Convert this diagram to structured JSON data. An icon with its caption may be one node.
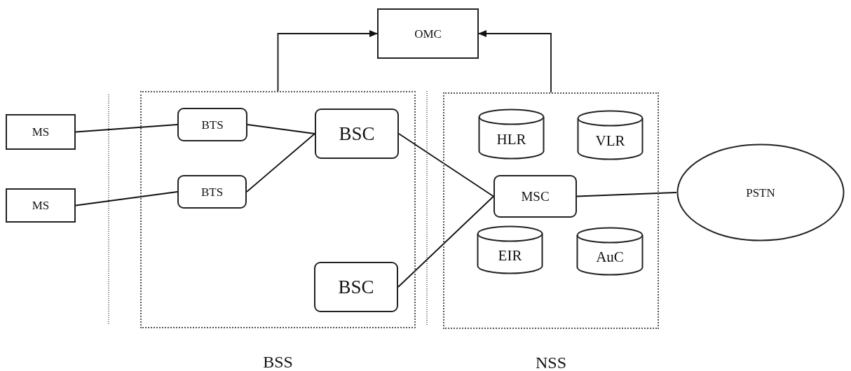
{
  "diagram": {
    "nodes": [
      {
        "text": [
          "OMC"
        ]
      },
      {
        "text": [
          "BSS"
        ]
      },
      {
        "text": [
          "NSS"
        ]
      },
      {
        "text": [
          "MS"
        ]
      },
      {
        "text": [
          "MS"
        ]
      },
      {
        "text": [
          "BTS"
        ],
        "in": 1
      },
      {
        "text": [
          "BTS"
        ],
        "in": 1
      },
      {
        "text": [
          "BSC"
        ],
        "in": 1
      },
      {
        "text": [
          "BSC"
        ],
        "in": 1
      },
      {
        "text": [
          "HLR"
        ],
        "in": 2
      },
      {
        "text": [
          "VLR"
        ],
        "in": 2
      },
      {
        "text": [
          "MSC"
        ],
        "in": 2
      },
      {
        "text": [
          "EIR"
        ],
        "in": 2
      },
      {
        "text": [
          "AuC"
        ],
        "in": 2
      },
      {
        "text": [
          "PSTN"
        ]
      }
    ],
    "edges": [
      {
        "from": 1,
        "to": 0,
        "arrow": "to"
      },
      {
        "from": 2,
        "to": 0,
        "arrow": "to"
      },
      {
        "from": 3,
        "to": 5,
        "arrow": "none"
      },
      {
        "from": 4,
        "to": 6,
        "arrow": "none"
      },
      {
        "from": 5,
        "to": 7,
        "arrow": "none"
      },
      {
        "from": 6,
        "to": 7,
        "arrow": "none"
      },
      {
        "from": 7,
        "to": 11,
        "arrow": "none"
      },
      {
        "from": 8,
        "to": 11,
        "arrow": "none"
      },
      {
        "from": 11,
        "to": 14,
        "arrow": "none"
      }
    ]
  }
}
